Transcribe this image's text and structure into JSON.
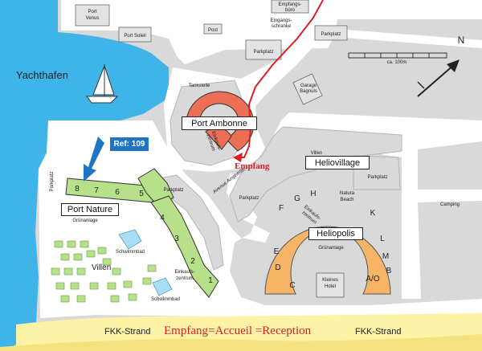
{
  "labels": {
    "yachthafen": "Yachthafen",
    "port_venus": [
      "Port",
      "Venus"
    ],
    "port_soleil": "Port Soleil",
    "post": "Post",
    "empfangsburo": [
      "Empfangs-",
      "büro"
    ],
    "eingangsschranke": [
      "Eingangs-",
      "schranke"
    ],
    "parkplatz": "Parkplatz",
    "garage_bagnuls": [
      "Garage",
      "Bagnuls"
    ],
    "tankstelle": "Tankstelle",
    "port_ambonne": "Port Ambonne",
    "einkaufszentrum": [
      "Einkaufs-",
      "zentrum"
    ],
    "empfang": "Empfang",
    "ref": "Ref: 109",
    "heliovillage": "Heliovillage",
    "villen": "Villen",
    "camping": "Camping",
    "avenue": "Avenue Amphitrite",
    "natura_beach": [
      "Natura",
      "Beach"
    ],
    "heliopolis": "Heliopolis",
    "gruenanlage": "Grünanlage",
    "kleines_hotel": [
      "Kleines",
      "Hotel"
    ],
    "port_nature": "Port Nature",
    "schwimmbad": "Schwimmbad",
    "fkk_strand": "FKK-Strand",
    "bottom_caption": "Empfang=Accueil =Reception",
    "scale": "ca. 100m",
    "north": "N"
  },
  "port_nature_segments": [
    "8",
    "7",
    "6",
    "5",
    "4",
    "3",
    "2",
    "1"
  ],
  "heliopolis_segments": [
    "C",
    "D",
    "E",
    "F",
    "G",
    "H",
    "Natura Beach",
    "K",
    "L",
    "M",
    "A/O",
    "B"
  ],
  "colors": {
    "water": "#3fb4e9",
    "sand": "#fdf2a6",
    "green": "#b6e08a",
    "orange": "#f5b466",
    "red": "#ec6f55",
    "road": "#ffffff",
    "block": "#d9d9d9",
    "accent_red": "#d81f26",
    "ref_blue": "#1f74c4"
  }
}
